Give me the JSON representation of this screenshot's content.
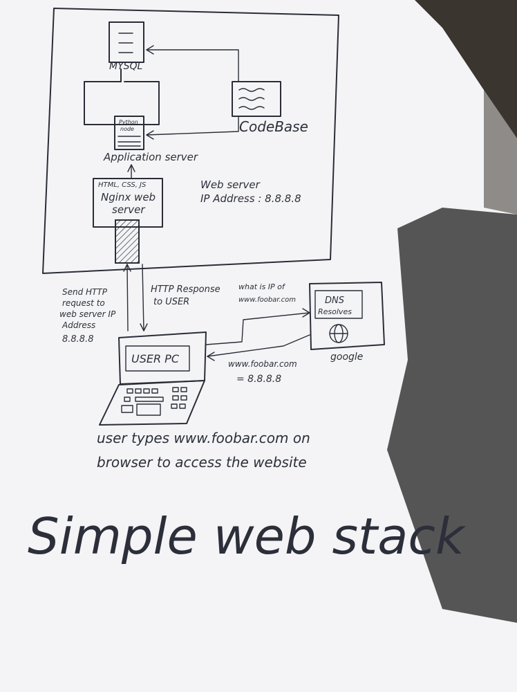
{
  "diagram": {
    "title": "Simple web stack",
    "nodes": {
      "mysql": "MYSQL",
      "code_base": "CodeBase",
      "python_node_line1": "Python",
      "python_node_line2": "node",
      "app_server": "Application server",
      "nginx_top": "HTML, CSS, JS",
      "nginx_line1": "Nginx web",
      "nginx_line2": "server",
      "web_server_line1": "Web server",
      "web_server_line2": "IP Address : 8.8.8.8",
      "dns_line1": "DNS",
      "dns_line2": "Resolves",
      "google": "google",
      "user_pc": "USER PC"
    },
    "edges": {
      "send_request": [
        "Send HTTP",
        "request to",
        "web server IP",
        "Address",
        "8.8.8.8"
      ],
      "http_response": [
        "HTTP Response",
        "to USER"
      ],
      "dns_query": [
        "what is IP of",
        "www.foobar.com"
      ],
      "dns_answer": [
        "www.foobar.com",
        "= 8.8.8.8"
      ]
    },
    "caption": [
      "user types www.foobar.com on",
      "browser to access the website"
    ]
  }
}
